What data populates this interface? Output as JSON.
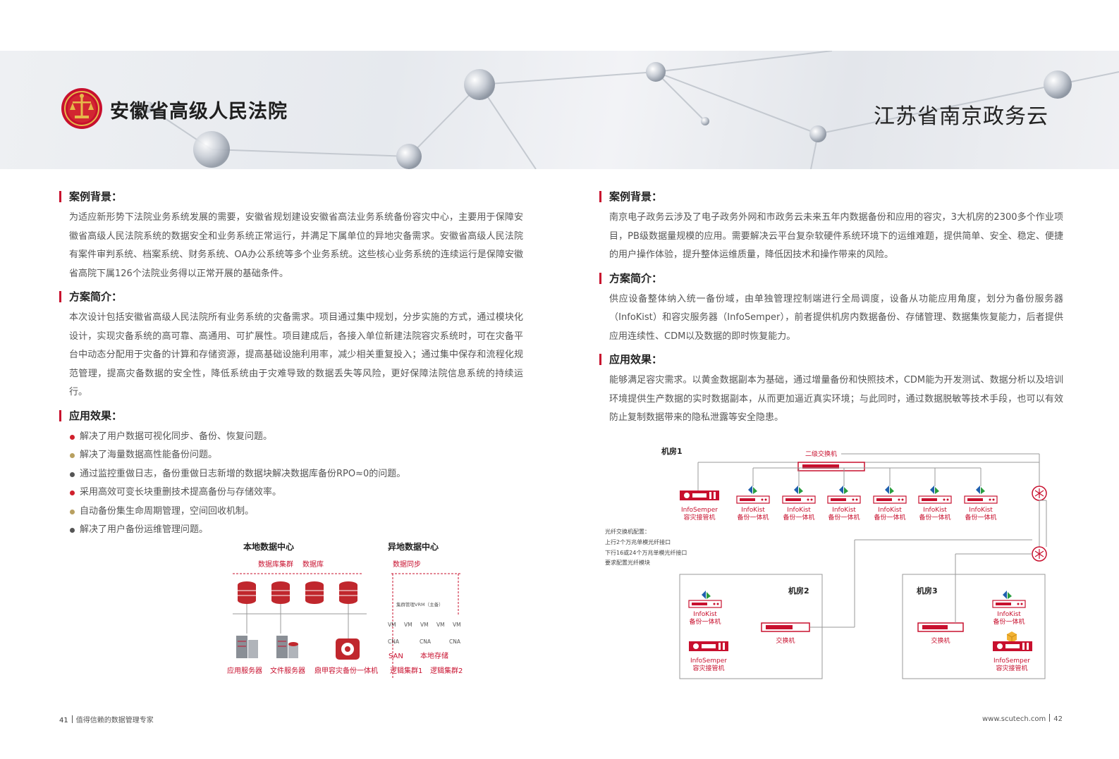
{
  "left": {
    "title": "安徽省高级人民法院",
    "sections": [
      {
        "heading": "案例背景：",
        "text": "为适应新形势下法院业务系统发展的需要，安徽省规划建设安徽省高法业务系统备份容灾中心，主要用于保障安徽省高级人民法院系统的数据安全和业务系统正常运行，并满足下属单位的异地灾备需求。安徽省高级人民法院有案件审判系统、档案系统、财务系统、OA办公系统等多个业务系统。这些核心业务系统的连续运行是保障安徽省高院下属126个法院业务得以正常开展的基础条件。"
      },
      {
        "heading": "方案简介：",
        "text": "本次设计包括安徽省高级人民法院所有业务系统的灾备需求。项目通过集中规划，分步实施的方式，通过模块化设计，实现灾备系统的高可靠、高通用、可扩展性。项目建成后，各接入单位新建法院容灾系统时，可在灾备平台中动态分配用于灾备的计算和存储资源，提高基础设施利用率，减少相关重复投入；通过集中保存和流程化规范管理，提高灾备数据的安全性，降低系统由于灾难导致的数据丢失等风险，更好保障法院信息系统的持续运行。"
      },
      {
        "heading": "应用效果：",
        "bullets": [
          {
            "text": "解决了用户数据可视化同步、备份、恢复问题。",
            "color": "#d0202c"
          },
          {
            "text": "解决了海量数据高性能备份问题。",
            "color": "#b8a060"
          },
          {
            "text": "通过监控重做日志，备份重做日志新增的数据块解决数据库备份RPO≈0的问题。",
            "color": "#555555"
          },
          {
            "text": "采用高效可变长块重删技术提高备份与存储效率。",
            "color": "#d0202c"
          },
          {
            "text": "自动备份集生命周期管理，空间回收机制。",
            "color": "#b8a060"
          },
          {
            "text": "解决了用户备份运维管理问题。",
            "color": "#555555"
          }
        ]
      }
    ],
    "diagram": {
      "local_title": "本地数据中心",
      "remote_title": "异地数据中心",
      "cluster_label": "数据库集群",
      "db_label": "数据库",
      "sync_label": "数据同步",
      "vrm_label": "集群管理VRM（主备）",
      "vm_label": "VM",
      "cna_label": "CNA",
      "san_label": "SAN",
      "local_storage_label": "本地存储",
      "app_server": "应用服务器",
      "file_server": "文件服务器",
      "backup_box": "鼎甲容灾备份一体机",
      "cluster1": "逻辑集群1",
      "cluster2": "逻辑集群2"
    },
    "footer": {
      "page": "41",
      "slogan": "值得信赖的数据管理专家"
    }
  },
  "right": {
    "title": "江苏省南京政务云",
    "sections": [
      {
        "heading": "案例背景：",
        "text": "南京电子政务云涉及了电子政务外网和市政务云未来五年内数据备份和应用的容灾，3大机房的2300多个作业项目，PB级数据量规模的应用。需要解决云平台复杂软硬件系统环境下的运维难题，提供简单、安全、稳定、便捷的用户操作体验，提升整体运维质量，降低因技术和操作带来的风险。"
      },
      {
        "heading": "方案简介：",
        "text": "供应设备整体纳入统一备份域，由单独管理控制端进行全局调度，设备从功能应用角度，划分为备份服务器（InfoKist）和容灾服务器（InfoSemper），前者提供机房内数据备份、存储管理、数据集恢复能力，后者提供应用连续性、CDM以及数据的即时恢复能力。"
      },
      {
        "heading": "应用效果：",
        "text": "能够满足容灾需求。以黄金数据副本为基础，通过增量备份和快照技术，CDM能为开发测试、数据分析以及培训环境提供生产数据的实时数据副本，从而更加逼近真实环境；与此同时，通过数据脱敏等技术手段，也可以有效防止复制数据带来的隐私泄露等安全隐患。"
      }
    ],
    "diagram": {
      "room1": "机房1",
      "room2": "机房2",
      "room3": "机房3",
      "switch2": "二级交换机",
      "semper_name": "InfoSemper",
      "semper_desc": "容灾接管机",
      "kist_name": "InfoKist",
      "kist_desc": "备份一体机",
      "switch": "交换机",
      "fiber_title": "光纤交换机配置：",
      "fiber_l1": "上行2个万兆单模光纤接口",
      "fiber_l2": "下行16或24个万兆单模光纤接口",
      "fiber_l3": "要求配置光纤模块"
    },
    "footer": {
      "site": "www.scutech.com",
      "page": "42"
    }
  },
  "colors": {
    "accent": "#c8102e",
    "brand_green": "#2a9d3e",
    "brand_blue": "#1f5fae"
  }
}
